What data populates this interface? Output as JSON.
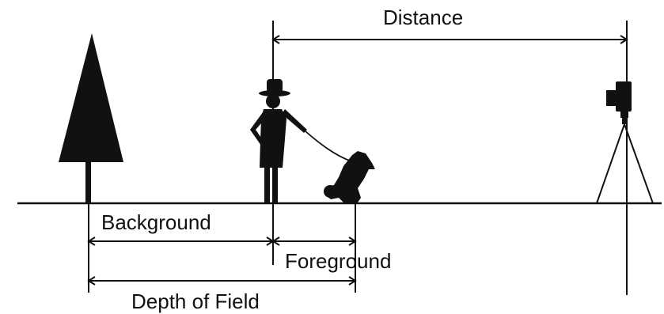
{
  "labels": {
    "distance": "Distance",
    "background": "Background",
    "foreground": "Foreground",
    "depth_of_field": "Depth of Field"
  },
  "figures": {
    "tree": "tree-icon",
    "person": "person-with-hat-icon",
    "dog": "dog-icon",
    "camera": "camera-on-tripod-icon"
  },
  "colors": {
    "ink": "#111111",
    "background": "#ffffff"
  }
}
